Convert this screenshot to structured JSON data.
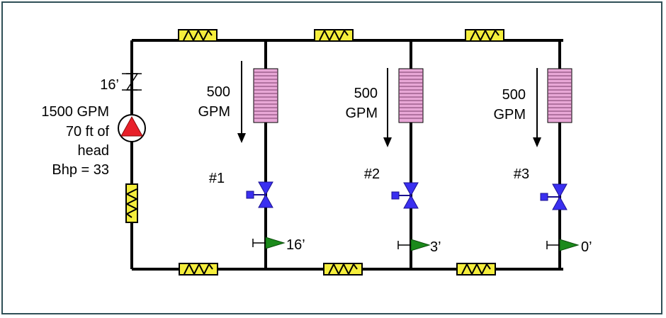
{
  "pump": {
    "static_head": "16’",
    "flow": "1500 GPM",
    "head_line1": "70 ft of",
    "head_line2": "head",
    "bhp": "Bhp = 33"
  },
  "branches": [
    {
      "id": "#1",
      "flow_value": "500",
      "flow_unit": "GPM",
      "valve_head": "16’"
    },
    {
      "id": "#2",
      "flow_value": "500",
      "flow_unit": "GPM",
      "valve_head": "3’"
    },
    {
      "id": "#3",
      "flow_value": "500",
      "flow_unit": "GPM",
      "valve_head": "0’"
    }
  ],
  "colors": {
    "pipe": "#000000",
    "pipe_segment": "#f5ee3c",
    "coil": "#e8a7d6",
    "pump": "#e8202a",
    "control_valve": "#3a2ff0",
    "balancing_valve": "#1b8a1b",
    "border": "#2f4f56"
  }
}
